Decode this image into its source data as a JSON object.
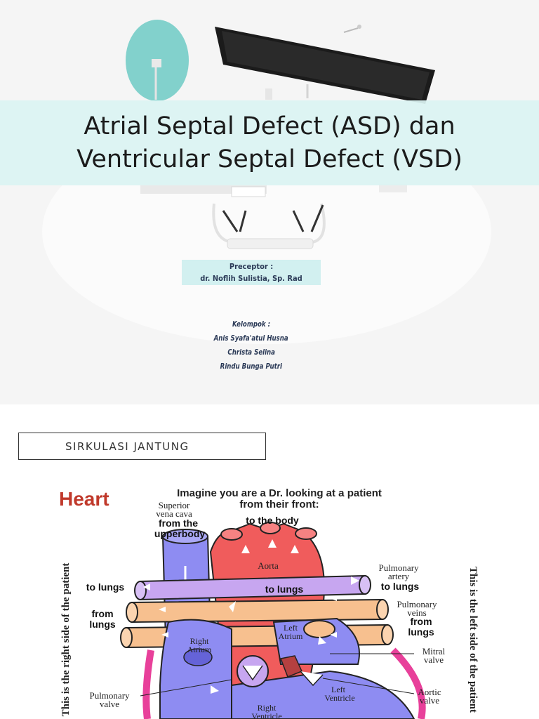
{
  "slide1": {
    "title_line1": "Atrial Septal Defect (ASD)  dan",
    "title_line2": "Ventricular Septal Defect (VSD)",
    "preceptor_label": "Preceptor :",
    "preceptor_name": "dr. Noflih Sulistia, Sp. Rad",
    "group_label": "Kelompok :",
    "members": [
      "Anis Syafa'atul Husna",
      "Christa Selina",
      "Rindu Bunga Putri"
    ],
    "colors": {
      "band": "#daf3f2",
      "preceptor_box": "#d2f0f0",
      "text_dark": "#2b3a57",
      "lamp": "#7fcfcb"
    }
  },
  "slide2": {
    "section_title": "SIRKULASI JANTUNG",
    "diagram": {
      "heading": "Heart",
      "intro_line1": "Imagine you are a Dr.  looking at a patient",
      "intro_line2": "from their front:",
      "svc_line1": "Superior",
      "svc_line2": "vena cava",
      "from_upper_line1": "from the",
      "from_upper_line2": "upperbody",
      "to_body": "to the body",
      "aorta": "Aorta",
      "pa_line1": "Pulmonary",
      "pa_line2": "artery",
      "to_lungs_right": "to lungs",
      "to_lungs_left": "to lungs",
      "to_lungs_center": "to lungs",
      "pv_line1": "Pulmonary",
      "pv_line2": "veins",
      "from_lungs_right_1": "from",
      "from_lungs_right_2": "lungs",
      "from_lungs_left_1": "from",
      "from_lungs_left_2": "lungs",
      "left_atrium_1": "Left",
      "left_atrium_2": "Atrium",
      "right_atrium_1": "Right",
      "right_atrium_2": "Atrium",
      "mitral_1": "Mitral",
      "mitral_2": "valve",
      "aortic_1": "Aortic",
      "aortic_2": "valve",
      "left_ventricle_1": "Left",
      "left_ventricle_2": "Ventricle",
      "right_ventricle_1": "Right",
      "right_ventricle_2": "Ventricle",
      "pulm_valve_1": "Pulmonary",
      "pulm_valve_2": "valve",
      "side_left": "This is the right side of the patient",
      "side_right": "This is the left side of the patient",
      "colors": {
        "heading": "#c0392b",
        "red": "#f05c5c",
        "blue": "#8e8cf2",
        "purple": "#c7a6f0",
        "orange": "#f7c08f",
        "pink": "#e8409a"
      }
    }
  }
}
